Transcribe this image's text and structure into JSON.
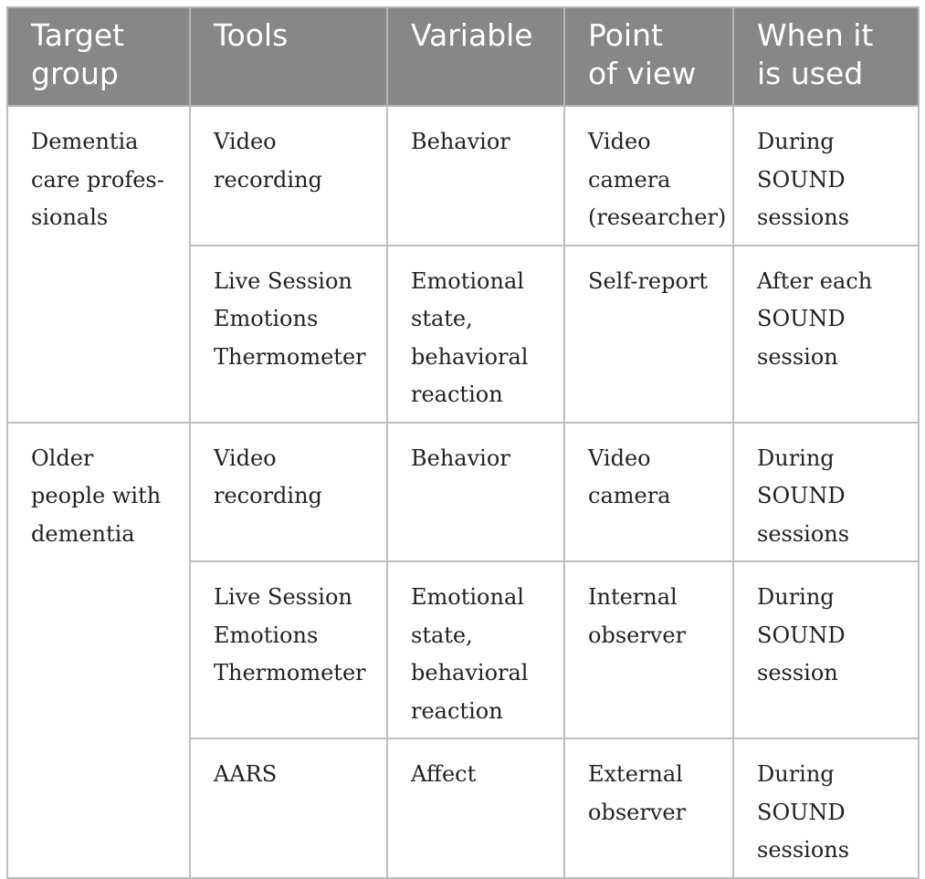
{
  "table": {
    "headers": [
      "Target\ngroup",
      "Tools",
      "Variable",
      "Point\nof view",
      "When it\nis used"
    ],
    "groups": [
      {
        "target_group": "Dementia\ncare profes-\nsionals",
        "rows": [
          {
            "tool": "Video\nrecording",
            "variable": "Behavior",
            "point_of_view": "Video\ncamera\n(researcher)",
            "when_used": "During\nSOUND\nsessions"
          },
          {
            "tool": "Live Session\nEmotions\nThermometer",
            "variable": "Emotional\nstate,\nbehavioral\nreaction",
            "point_of_view": "Self-report",
            "when_used": "After each\nSOUND\nsession"
          }
        ]
      },
      {
        "target_group": "Older\npeople with\ndementia",
        "rows": [
          {
            "tool": "Video\nrecording",
            "variable": "Behavior",
            "point_of_view": "Video\ncamera",
            "when_used": "During\nSOUND\nsessions"
          },
          {
            "tool": "Live Session\nEmotions\nThermometer",
            "variable": "Emotional\nstate,\nbehavioral\nreaction",
            "point_of_view": "Internal\nobserver",
            "when_used": "During\nSOUND\nsession"
          },
          {
            "tool": "AARS",
            "variable": "Affect",
            "point_of_view": "External\nobserver",
            "when_used": "During\nSOUND\nsessions"
          }
        ]
      }
    ]
  }
}
